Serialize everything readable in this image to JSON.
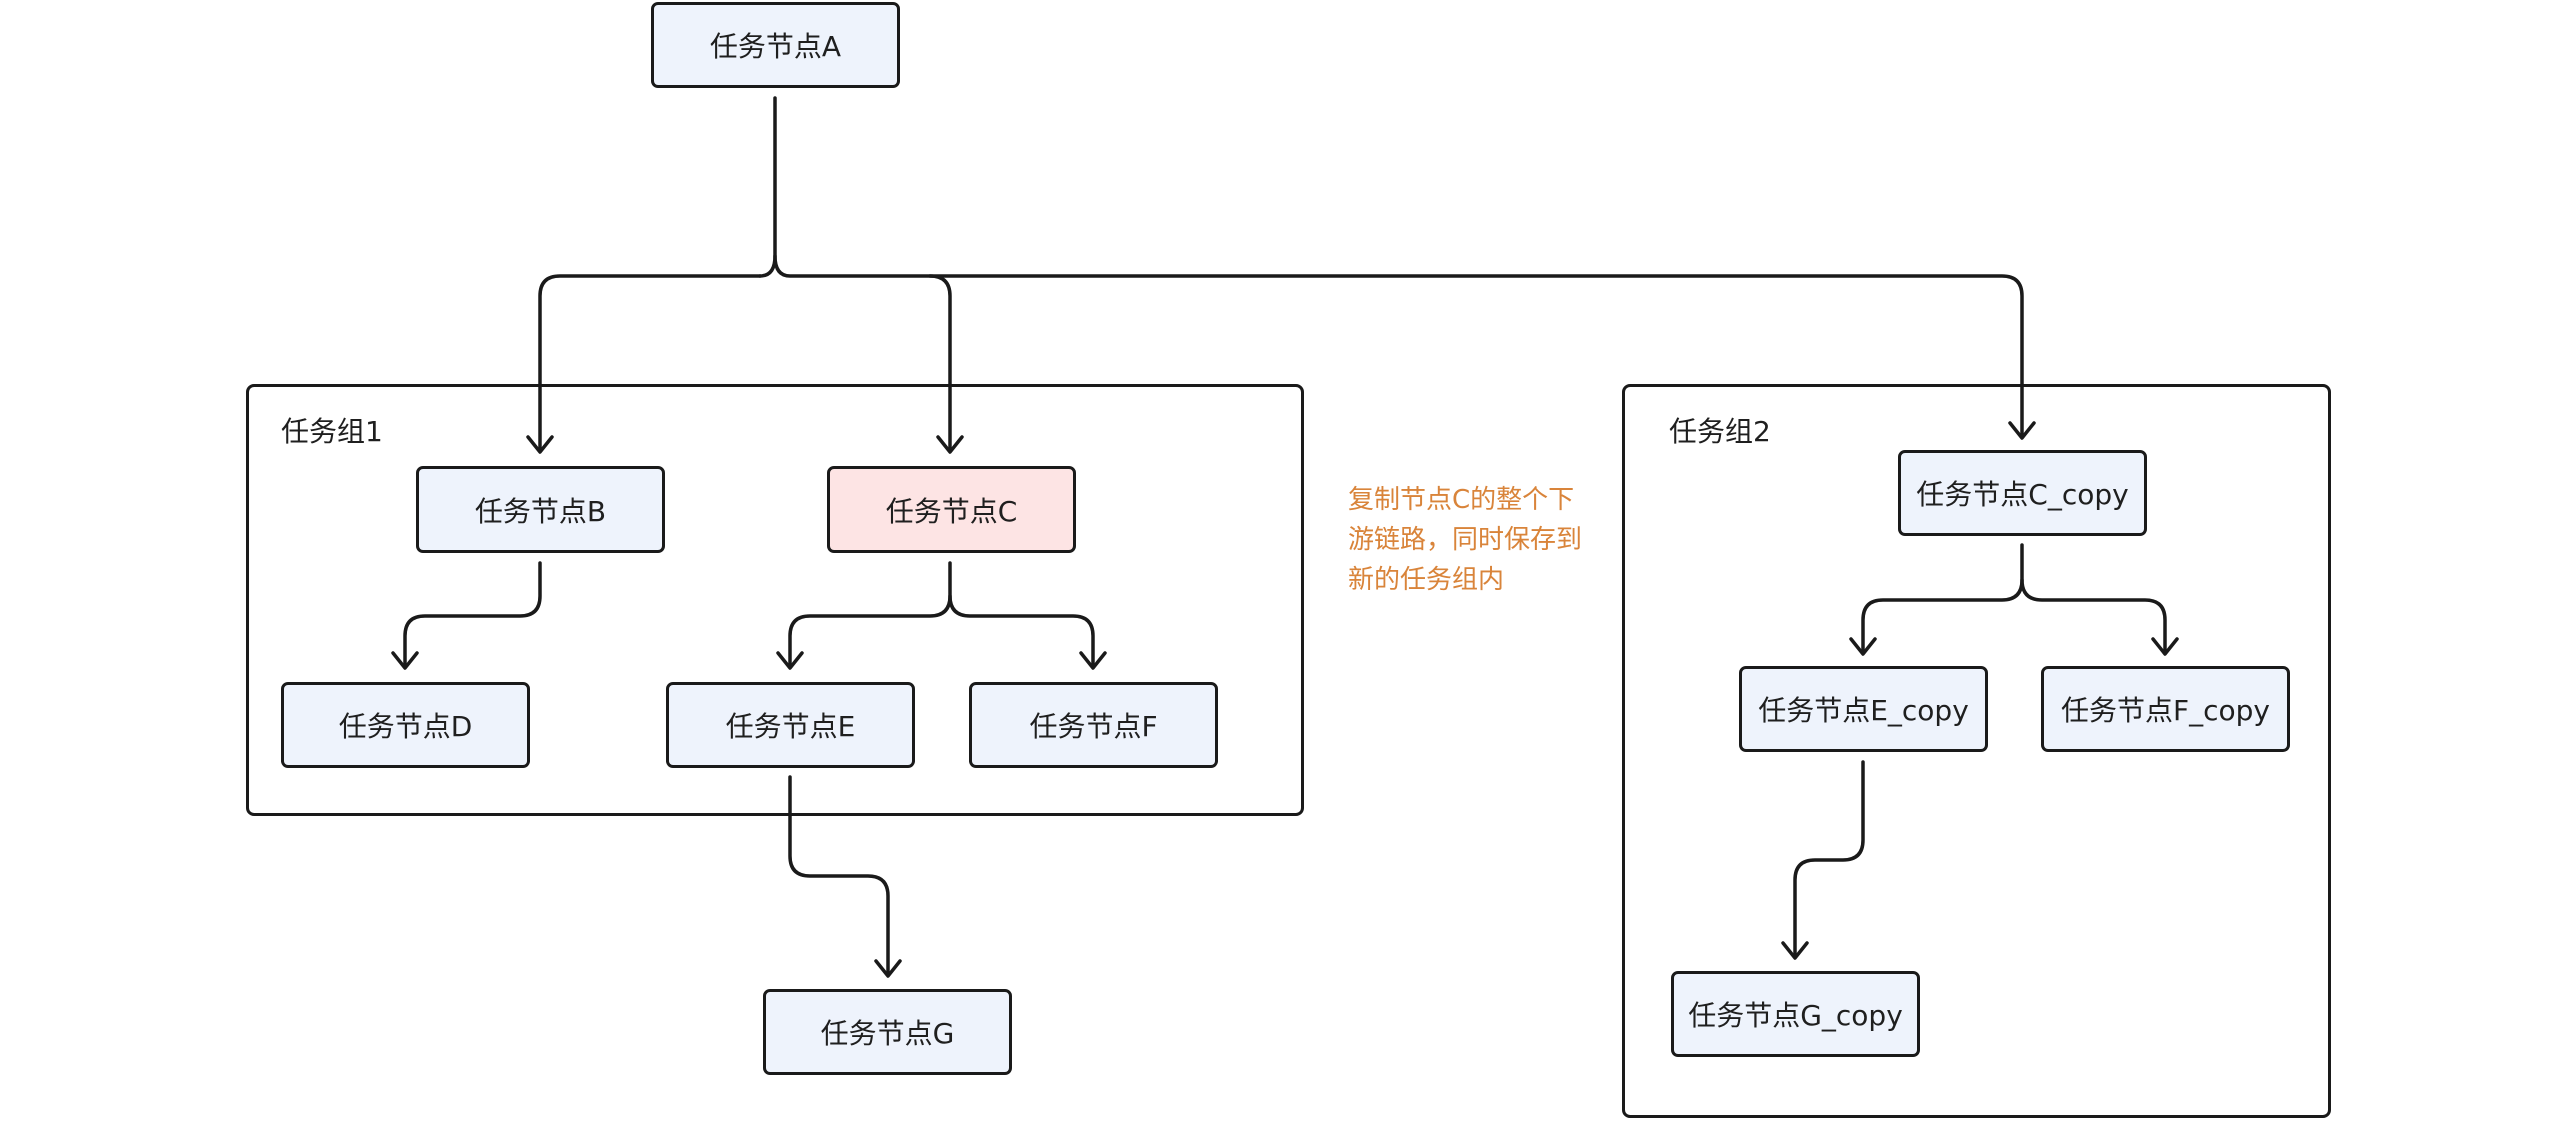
{
  "colors": {
    "node_fill": "#eef3fc",
    "highlight_fill": "#fde4e4",
    "stroke": "#1a1a1a",
    "note_text": "#d9843a"
  },
  "groups": {
    "group1": {
      "label": "任务组1"
    },
    "group2": {
      "label": "任务组2"
    }
  },
  "nodes": {
    "a": {
      "label": "任务节点A"
    },
    "b": {
      "label": "任务节点B"
    },
    "c": {
      "label": "任务节点C",
      "highlighted": true
    },
    "d": {
      "label": "任务节点D"
    },
    "e": {
      "label": "任务节点E"
    },
    "f": {
      "label": "任务节点F"
    },
    "g": {
      "label": "任务节点G"
    },
    "c_copy": {
      "label": "任务节点C_copy"
    },
    "e_copy": {
      "label": "任务节点E_copy"
    },
    "f_copy": {
      "label": "任务节点F_copy"
    },
    "g_copy": {
      "label": "任务节点G_copy"
    }
  },
  "edges": [
    {
      "from": "A",
      "to": "B"
    },
    {
      "from": "A",
      "to": "C"
    },
    {
      "from": "A",
      "to": "C_copy"
    },
    {
      "from": "B",
      "to": "D"
    },
    {
      "from": "C",
      "to": "E"
    },
    {
      "from": "C",
      "to": "F"
    },
    {
      "from": "E",
      "to": "G"
    },
    {
      "from": "C_copy",
      "to": "E_copy"
    },
    {
      "from": "C_copy",
      "to": "F_copy"
    },
    {
      "from": "E_copy",
      "to": "G_copy"
    }
  ],
  "annotation": {
    "line1": "复制节点C的整个下",
    "line2": "游链路，同时保存到",
    "line3": "新的任务组内"
  }
}
